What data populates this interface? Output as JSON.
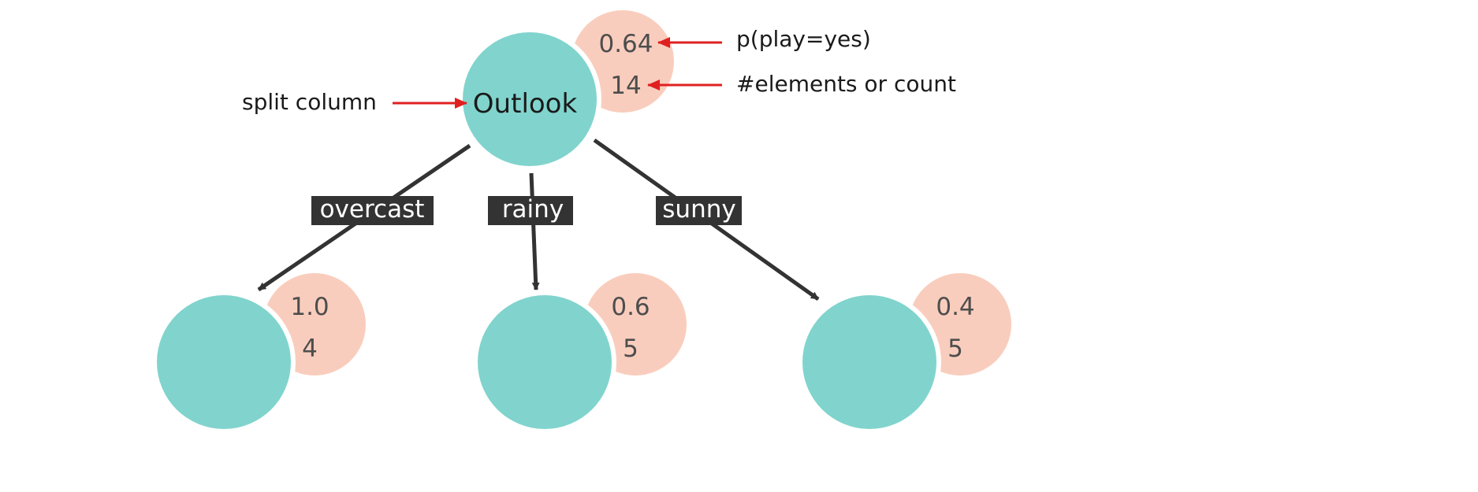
{
  "colors": {
    "node_fill": "#80d4cd",
    "stat_fill": "#f9cdbd",
    "edge_color": "#333333",
    "annotation_arrow": "#e02020",
    "label_bg": "#333333"
  },
  "root": {
    "label": "Outlook",
    "probability": "0.64",
    "count": "14"
  },
  "annotations": {
    "probability": "p(play=yes)",
    "count": "#elements or count",
    "split": "split column"
  },
  "branches": [
    {
      "edge_label": "overcast",
      "probability": "1.0",
      "count": "4"
    },
    {
      "edge_label": "rainy",
      "probability": "0.6",
      "count": "5"
    },
    {
      "edge_label": "sunny",
      "probability": "0.4",
      "count": "5"
    }
  ]
}
